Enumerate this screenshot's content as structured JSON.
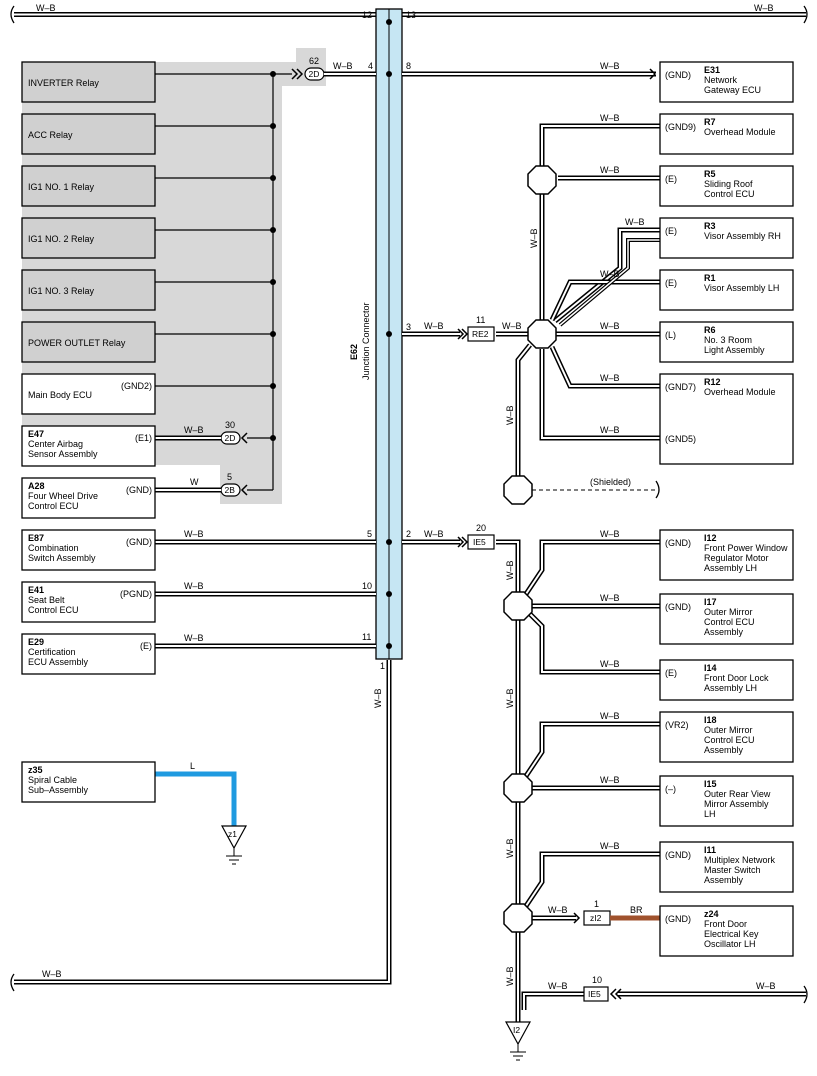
{
  "wire_colors": {
    "w_b": "W–B",
    "w": "W",
    "l": "L",
    "br": "BR"
  },
  "colors": {
    "shaded_area": "#d8d8d8",
    "relay_fill": "#d0d0d0",
    "junction_fill": "#c6e6f3",
    "l_wire": "#1f9ae0",
    "br_wire": "#a0522d"
  },
  "junction": {
    "code": "E62",
    "name": "Junction Connector"
  },
  "left_devices": [
    {
      "code": "",
      "name": [
        "INVERTER Relay"
      ],
      "pin": ""
    },
    {
      "code": "",
      "name": [
        "ACC Relay"
      ],
      "pin": ""
    },
    {
      "code": "",
      "name": [
        "IG1 NO. 1 Relay"
      ],
      "pin": ""
    },
    {
      "code": "",
      "name": [
        "IG1 NO. 2 Relay"
      ],
      "pin": ""
    },
    {
      "code": "",
      "name": [
        "IG1 NO. 3 Relay"
      ],
      "pin": ""
    },
    {
      "code": "",
      "name": [
        "POWER OUTLET Relay"
      ],
      "pin": ""
    },
    {
      "code": "",
      "name": [
        "Main Body ECU"
      ],
      "pin": "(GND2)"
    },
    {
      "code": "E47",
      "name": [
        "Center Airbag",
        "Sensor Assembly"
      ],
      "pin": "(E1)"
    },
    {
      "code": "A28",
      "name": [
        "Four Wheel Drive",
        "Control ECU"
      ],
      "pin": "(GND)"
    },
    {
      "code": "E87",
      "name": [
        "Combination",
        "Switch Assembly"
      ],
      "pin": "(GND)"
    },
    {
      "code": "E41",
      "name": [
        "Seat Belt",
        "Control ECU"
      ],
      "pin": "(PGND)"
    },
    {
      "code": "E29",
      "name": [
        "Certification",
        "ECU Assembly"
      ],
      "pin": "(E)"
    },
    {
      "code": "z35",
      "name": [
        "Spiral Cable",
        "Sub–Assembly"
      ],
      "pin": ""
    }
  ],
  "right_devices": [
    {
      "code": "E31",
      "name": [
        "Network",
        "Gateway ECU"
      ],
      "pin": "(GND)"
    },
    {
      "code": "R7",
      "name": [
        "Overhead Module"
      ],
      "pin": "(GND9)"
    },
    {
      "code": "R5",
      "name": [
        "Sliding Roof",
        "Control ECU"
      ],
      "pin": "(E)"
    },
    {
      "code": "R3",
      "name": [
        "Visor Assembly RH"
      ],
      "pin": "(E)"
    },
    {
      "code": "R1",
      "name": [
        "Visor Assembly LH"
      ],
      "pin": "(E)"
    },
    {
      "code": "R6",
      "name": [
        "No. 3 Room",
        "Light Assembly"
      ],
      "pin": "(L)"
    },
    {
      "code": "R12",
      "name": [
        "Overhead Module"
      ],
      "pin": "(GND7)",
      "pin2": "(GND5)"
    },
    {
      "code": "I12",
      "name": [
        "Front Power Window",
        "Regulator Motor",
        "Assembly LH"
      ],
      "pin": "(GND)"
    },
    {
      "code": "I17",
      "name": [
        "Outer Mirror",
        "Control ECU",
        "Assembly"
      ],
      "pin": "(GND)"
    },
    {
      "code": "I14",
      "name": [
        "Front Door Lock",
        "Assembly LH"
      ],
      "pin": "(E)"
    },
    {
      "code": "I18",
      "name": [
        "Outer Mirror",
        "Control ECU",
        "Assembly"
      ],
      "pin": "(VR2)"
    },
    {
      "code": "I15",
      "name": [
        "Outer Rear View",
        "Mirror Assembly",
        "LH"
      ],
      "pin": "(–)"
    },
    {
      "code": "I11",
      "name": [
        "Multiplex Network",
        "Master Switch",
        "Assembly"
      ],
      "pin": "(GND)"
    },
    {
      "code": "z24",
      "name": [
        "Front Door",
        "Electrical Key",
        "Oscillator LH"
      ],
      "pin": "(GND)"
    }
  ],
  "connectors": {
    "c2D_top": {
      "id": "2D",
      "pin": "62"
    },
    "c2D_e47": {
      "id": "2D",
      "pin": "30"
    },
    "c2B": {
      "id": "2B",
      "pin": "5"
    },
    "cRE2": {
      "id": "RE2",
      "pin": "11"
    },
    "cIE5": {
      "id": "IE5",
      "pin": "20"
    },
    "cz12": {
      "id": "zI2",
      "pin": "1"
    },
    "cIE5b": {
      "id": "IE5",
      "pin": "10"
    }
  },
  "junction_pins": {
    "p12": "12",
    "p13": "13",
    "p4": "4",
    "p8": "8",
    "p3": "3",
    "p5": "5",
    "p2": "2",
    "p10": "10",
    "p11": "11",
    "p1": "1"
  },
  "grounds": {
    "z1": "z1",
    "i2": "I2"
  },
  "shielded": "(Shielded)"
}
